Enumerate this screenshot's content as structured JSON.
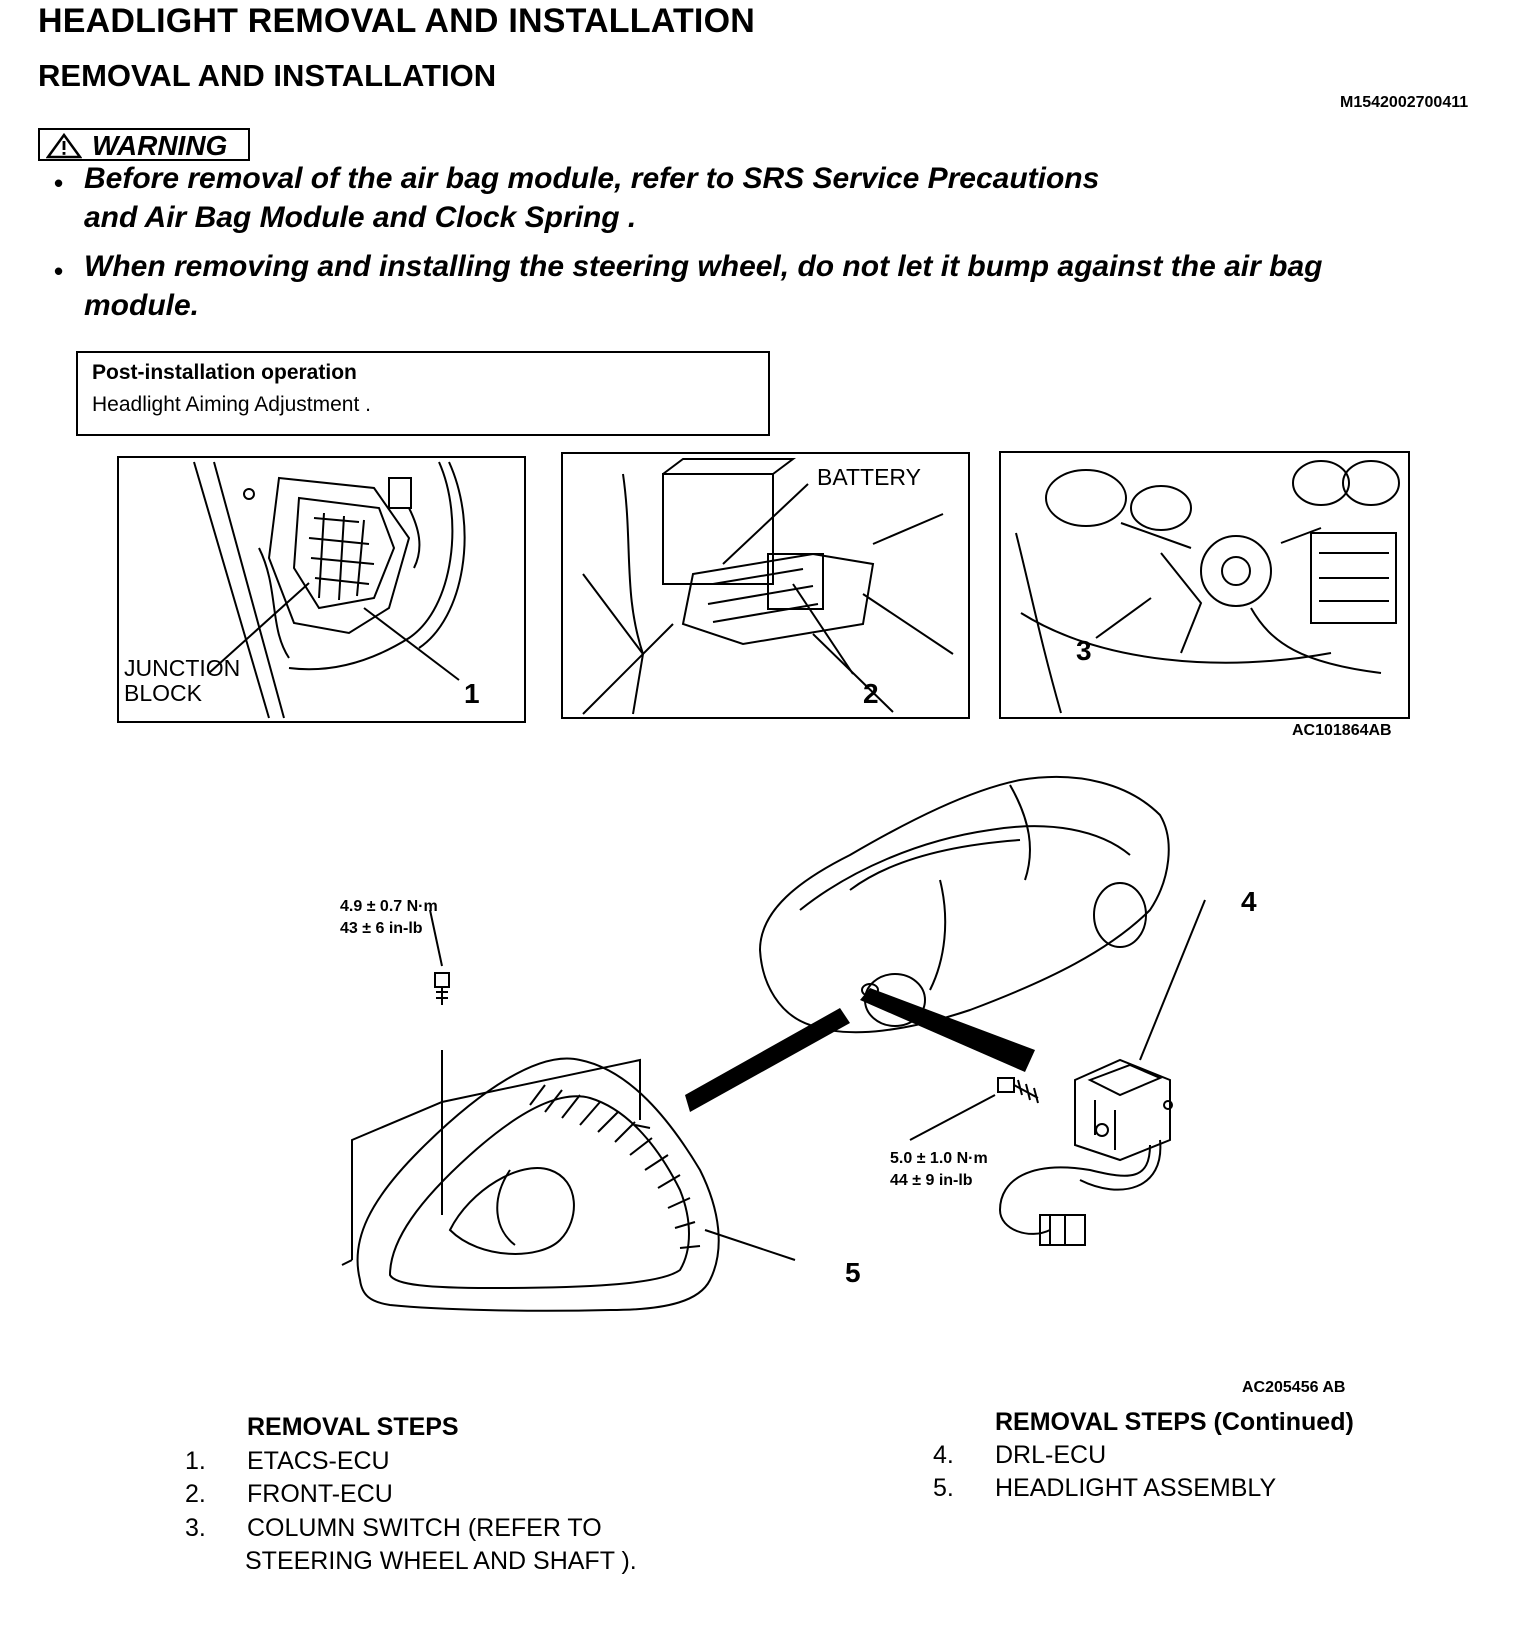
{
  "header": {
    "title": "HEADLIGHT REMOVAL AND INSTALLATION",
    "subtitle": "REMOVAL AND INSTALLATION",
    "doc_id": "M1542002700411"
  },
  "warning": {
    "label": "WARNING",
    "bullet_symbol": "•",
    "bullets": [
      {
        "line1": "Before removal of the air bag module, refer to SRS Service  Precautions",
        "line2": "and Air Bag Module  and Clock Spring  ."
      },
      {
        "line1": "When removing and installing the steering wheel, do not let it bump against the air bag",
        "line2": "module."
      }
    ]
  },
  "post_installation": {
    "title": "Post-installation operation",
    "text": "Headlight Aiming Adjustment ."
  },
  "figure1": {
    "code": "AC101864AB",
    "panels": [
      {
        "label": "JUNCTION BLOCK",
        "label_line1": "JUNCTION",
        "label_line2": "BLOCK",
        "callout": "1"
      },
      {
        "label": "BATTERY",
        "callout": "2"
      },
      {
        "callout": "3"
      }
    ]
  },
  "figure2": {
    "code": "AC205456 AB",
    "torque_1": {
      "line1": "4.9 ± 0.7 N·m",
      "line2": "43 ± 6 in-lb"
    },
    "torque_2": {
      "line1": "5.0 ± 1.0 N·m",
      "line2": "44 ± 9 in-lb"
    },
    "callout_4": "4",
    "callout_5": "5"
  },
  "removal_steps": {
    "heading": "REMOVAL STEPS",
    "items": [
      {
        "num": "1.",
        "text": "ETACS-ECU"
      },
      {
        "num": "2.",
        "text": "FRONT-ECU"
      },
      {
        "num": "3.",
        "text": "COLUMN SWITCH (REFER TO",
        "text2": "STEERING WHEEL AND SHAFT )."
      }
    ]
  },
  "removal_steps_continued": {
    "heading": "REMOVAL STEPS (Continued)",
    "items": [
      {
        "num": "4.",
        "text": "DRL-ECU"
      },
      {
        "num": "5.",
        "text": "HEADLIGHT ASSEMBLY"
      }
    ]
  }
}
